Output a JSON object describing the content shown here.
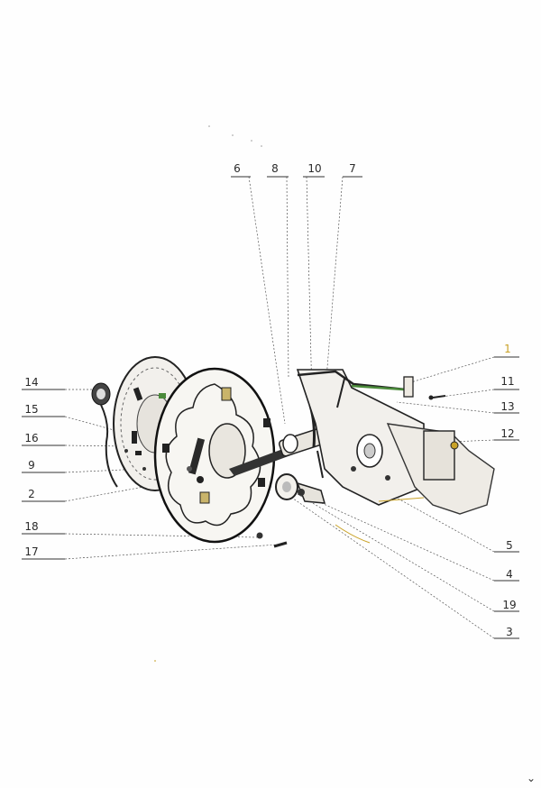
{
  "diagram": {
    "callouts": [
      {
        "id": "c6",
        "label": "6"
      },
      {
        "id": "c8",
        "label": "8"
      },
      {
        "id": "c10",
        "label": "10"
      },
      {
        "id": "c7",
        "label": "7"
      },
      {
        "id": "c1",
        "label": "1"
      },
      {
        "id": "c11",
        "label": "11"
      },
      {
        "id": "c13",
        "label": "13"
      },
      {
        "id": "c12",
        "label": "12"
      },
      {
        "id": "c14",
        "label": "14"
      },
      {
        "id": "c15",
        "label": "15"
      },
      {
        "id": "c16",
        "label": "16"
      },
      {
        "id": "c9",
        "label": "9"
      },
      {
        "id": "c2",
        "label": "2"
      },
      {
        "id": "c18",
        "label": "18"
      },
      {
        "id": "c17",
        "label": "17"
      },
      {
        "id": "c5",
        "label": "5"
      },
      {
        "id": "c4",
        "label": "4"
      },
      {
        "id": "c19",
        "label": "19"
      },
      {
        "id": "c3",
        "label": "3"
      }
    ]
  },
  "ui": {
    "chevron_icon": "chevron-down-icon"
  },
  "colors": {
    "paper": "#fefefe",
    "ink": "#2a2a2a",
    "accent_yellow": "#c9a227",
    "accent_green": "#4a8a3a"
  }
}
